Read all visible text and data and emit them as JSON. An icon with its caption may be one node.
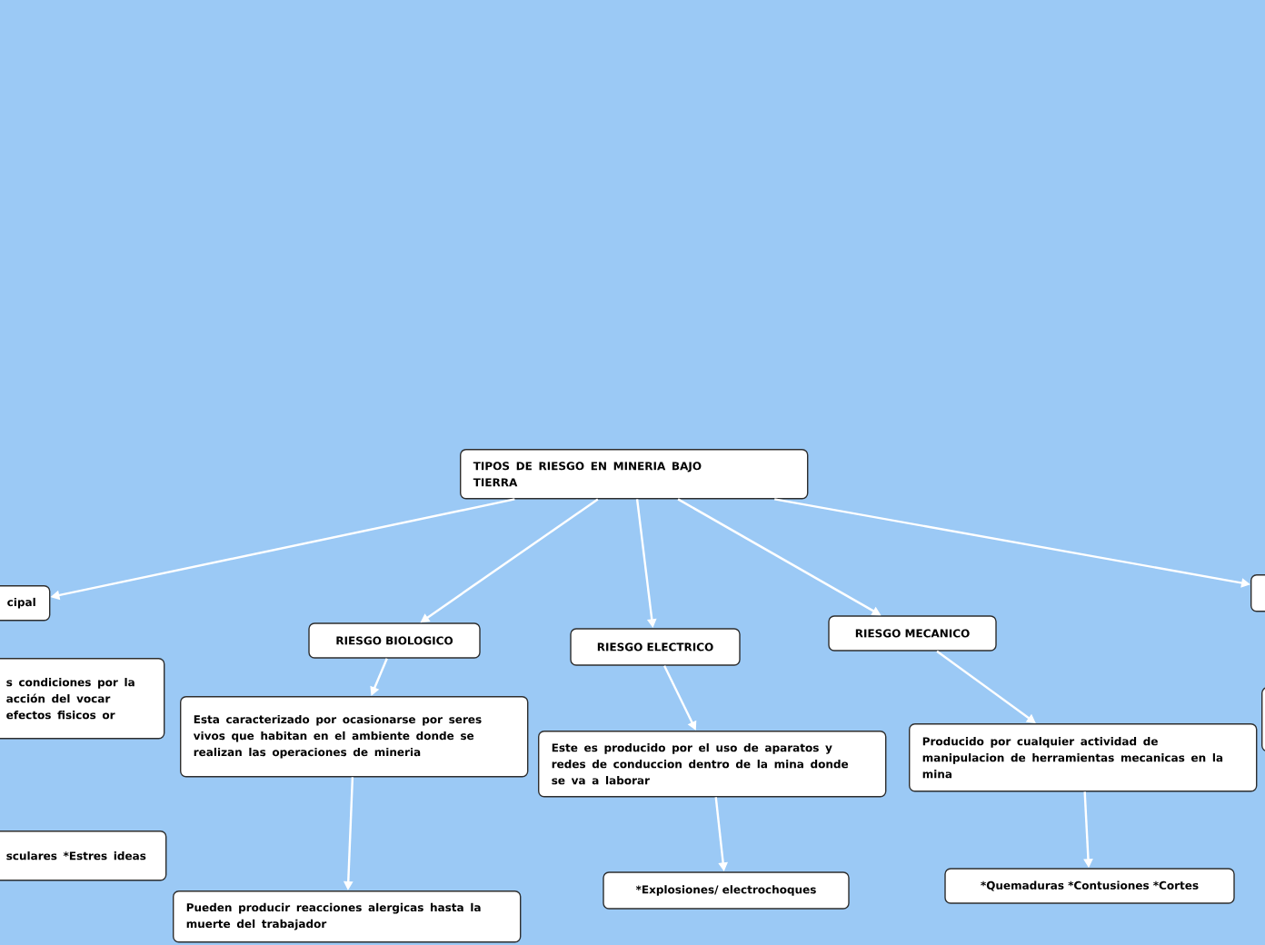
{
  "diagram": {
    "nodes": [
      {
        "text": [
          "TIPOS DE RIESGO EN MINERIA BAJO TIERRA"
        ]
      },
      {
        "text": [
          "cipal"
        ]
      },
      {
        "text": [
          "RIESGO BIOLOGICO"
        ]
      },
      {
        "text": [
          "RIESGO ELECTRICO"
        ]
      },
      {
        "text": [
          "RIESGO MECANICO"
        ]
      },
      {
        "text": [],
        "shape": "box"
      },
      {
        "text": [
          "s condiciones por la acción del vocar efectos fisicos or"
        ]
      },
      {
        "text": [
          "Esta caracterizado por ocasionarse por seres vivos que habitan en el ambiente donde se realizan las operaciones de mineria"
        ]
      },
      {
        "text": [
          "Este es producido por el uso de aparatos y redes de conduccion dentro de la mina donde se va a laborar"
        ]
      },
      {
        "text": [
          "Producido por cualquier actividad de manipulacion de herramientas mecanicas en la mina"
        ]
      },
      {
        "text": [],
        "shape": "box"
      },
      {
        "text": [
          "sculares *Estres ideas"
        ]
      },
      {
        "text": [
          "Pueden producir reacciones alergicas hasta la muerte del trabajador"
        ]
      },
      {
        "text": [
          "*Explosiones/ electrochoques"
        ]
      },
      {
        "text": [
          "*Quemaduras *Contusiones *Cortes"
        ]
      }
    ],
    "edges": [
      {
        "from": 0,
        "to": 1,
        "arrow": "to"
      },
      {
        "from": 0,
        "to": 2,
        "arrow": "to"
      },
      {
        "from": 0,
        "to": 3,
        "arrow": "to"
      },
      {
        "from": 0,
        "to": 4,
        "arrow": "to"
      },
      {
        "from": 0,
        "to": 5,
        "arrow": "to"
      },
      {
        "from": 2,
        "to": 7,
        "arrow": "to"
      },
      {
        "from": 7,
        "to": 12,
        "arrow": "to"
      },
      {
        "from": 3,
        "to": 8,
        "arrow": "to"
      },
      {
        "from": 8,
        "to": 13,
        "arrow": "to"
      },
      {
        "from": 4,
        "to": 9,
        "arrow": "to"
      },
      {
        "from": 9,
        "to": 14,
        "arrow": "to"
      }
    ]
  }
}
